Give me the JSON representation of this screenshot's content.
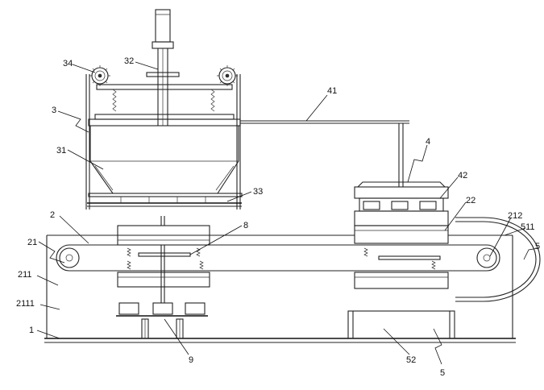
{
  "labels": {
    "l1": "1",
    "l2": "2",
    "l3": "3",
    "l4": "4",
    "l5a": "5",
    "l5b": "5",
    "l8": "8",
    "l9": "9",
    "l21": "21",
    "l22": "22",
    "l31": "31",
    "l32": "32",
    "l33": "33",
    "l34": "34",
    "l41": "41",
    "l42": "42",
    "l52": "52",
    "l211": "211",
    "l212": "212",
    "l511": "511",
    "l2111": "2111"
  }
}
